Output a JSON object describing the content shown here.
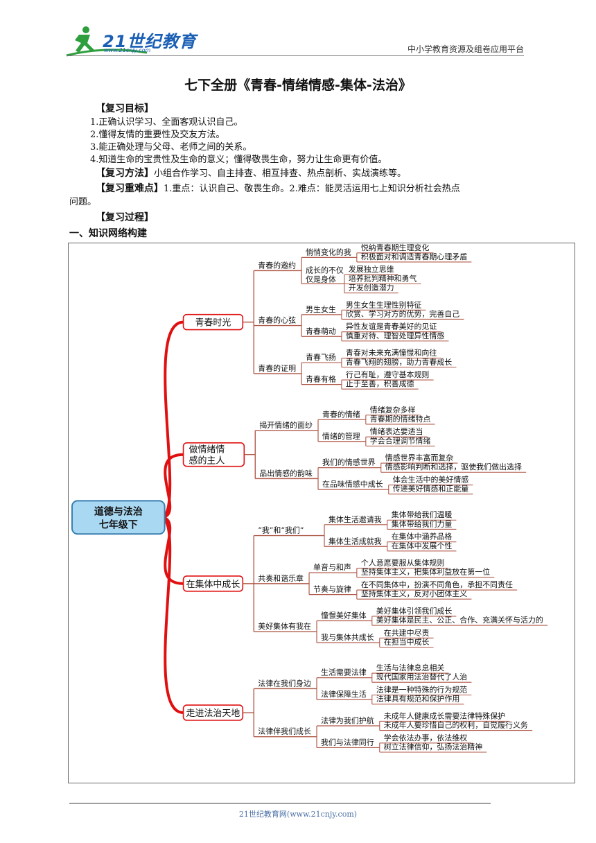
{
  "header": {
    "logo_text": "21世纪教育",
    "logo_url": "www.21cnjy.com",
    "platform": "中小学教育资源及组卷应用平台"
  },
  "title": "七下全册《青春-情绪情感-集体-法治》",
  "goals": {
    "heading": "【复习目标】",
    "items": [
      "1.正确认识学习、全面客观认识自己。",
      "2.懂得友情的重要性及交友方法。",
      "3.能正确处理与父母、老师之间的关系。",
      "4.知道生命的宝贵性及生命的意义；懂得敬畏生命，努力让生命更有价值。"
    ]
  },
  "method": {
    "heading": "【复习方法】",
    "text": "小组合作学习、自主排查、相互排查、热点剖析、实战演练等。"
  },
  "difficulty": {
    "heading": "【复习重难点】",
    "text": "1.重点：认识自己、敬畏生命。2.难点：能灵活运用七上知识分析社会热点",
    "text2": "问题。"
  },
  "process": {
    "heading": "【复习过程】"
  },
  "section1": "一、知识网络构建",
  "mindmap": {
    "root": [
      "道德与法治",
      "七年级下"
    ],
    "branches": [
      {
        "label": "青春时光",
        "subs": [
          {
            "label": "青春的邀约",
            "nodes": [
              {
                "label": "悄悄变化的我",
                "leaves": [
                  "悦纳青春期生理变化",
                  "积极面对和调适青春期心理矛盾"
                ]
              },
              {
                "label": "成长的不仅仅是身体",
                "leaves": [
                  "发展独立思维",
                  "培养批判精神和勇气",
                  "开发创造潜力"
                ]
              }
            ]
          },
          {
            "label": "青春的心弦",
            "nodes": [
              {
                "label": "男生女生",
                "leaves": [
                  "男生女生生理性别特征",
                  "欣赏、学习对方的优势，完善自己"
                ]
              },
              {
                "label": "青春萌动",
                "leaves": [
                  "异性友谊是青春美好的见证",
                  "慎重对待、理智处理异性情感"
                ]
              }
            ]
          },
          {
            "label": "青春的证明",
            "nodes": [
              {
                "label": "青春飞扬",
                "leaves": [
                  "青春对未来充满憧憬和向往",
                  "青春飞翔的翅膀，助力青春成长"
                ]
              },
              {
                "label": "青春有格",
                "leaves": [
                  "行己有耻，遵守基本规则",
                  "止于至善，积善成德"
                ]
              }
            ]
          }
        ]
      },
      {
        "label": "做情绪情感的主人",
        "subs": [
          {
            "label": "揭开情绪的面纱",
            "nodes": [
              {
                "label": "青春的情绪",
                "leaves": [
                  "情绪复杂多样",
                  "青春期的情绪特点"
                ]
              },
              {
                "label": "情绪的管理",
                "leaves": [
                  "情绪表达要适当",
                  "学会合理调节情绪"
                ]
              }
            ]
          },
          {
            "label": "品出情感的韵味",
            "nodes": [
              {
                "label": "我们的情感世界",
                "leaves": [
                  "情感世界丰富而复杂",
                  "情感影响判断和选择，驱使我们做出选择"
                ]
              },
              {
                "label": "在品味情感中成长",
                "leaves": [
                  "体会生活中的美好情感",
                  "传递美好情感和正能量"
                ]
              }
            ]
          }
        ]
      },
      {
        "label": "在集体中成长",
        "subs": [
          {
            "label": "“我”和“我们”",
            "nodes": [
              {
                "label": "集体生活邀请我",
                "leaves": [
                  "集体带给我们温暖",
                  "集体带给我们力量"
                ]
              },
              {
                "label": "集体生活成就我",
                "leaves": [
                  "在集体中涵养品格",
                  "在集体中发展个性"
                ]
              }
            ]
          },
          {
            "label": "共奏和谐乐章",
            "nodes": [
              {
                "label": "单音与和声",
                "leaves": [
                  "个人意愿要服从集体规则",
                  "坚持集体主义，把集体利益放在第一位"
                ]
              },
              {
                "label": "节奏与旋律",
                "leaves": [
                  "在不同集体中，扮演不同角色，承担不同责任",
                  "坚持集体主义，反对小团体主义"
                ]
              }
            ]
          },
          {
            "label": "美好集体有我在",
            "nodes": [
              {
                "label": "憧憬美好集体",
                "leaves": [
                  "美好集体引领我们成长",
                  "美好集体是民主、公正、合作、充满关怀与活力的"
                ]
              },
              {
                "label": "我与集体共成长",
                "leaves": [
                  "在共建中尽责",
                  "在担当中成长"
                ]
              }
            ]
          }
        ]
      },
      {
        "label": "走进法治天地",
        "subs": [
          {
            "label": "法律在我们身边",
            "nodes": [
              {
                "label": "生活需要法律",
                "leaves": [
                  "生活与法律息息相关",
                  "现代国家用法治替代了人治"
                ]
              },
              {
                "label": "法律保障生活",
                "leaves": [
                  "法律是一种特殊的行为规范",
                  "法律具有规范和保护作用"
                ]
              }
            ]
          },
          {
            "label": "法律伴我们成长",
            "nodes": [
              {
                "label": "法律为我们护航",
                "leaves": [
                  "未成年人健康成长需要法律特殊保护",
                  "未成年人要珍惜自己的权利，自觉履行义务"
                ]
              },
              {
                "label": "我们与法律同行",
                "leaves": [
                  "学会依法办事，依法维权",
                  "树立法律信仰，弘扬法治精神"
                ]
              }
            ]
          }
        ]
      }
    ]
  },
  "footer": "21世纪教育网(www.21cnjy.com)"
}
